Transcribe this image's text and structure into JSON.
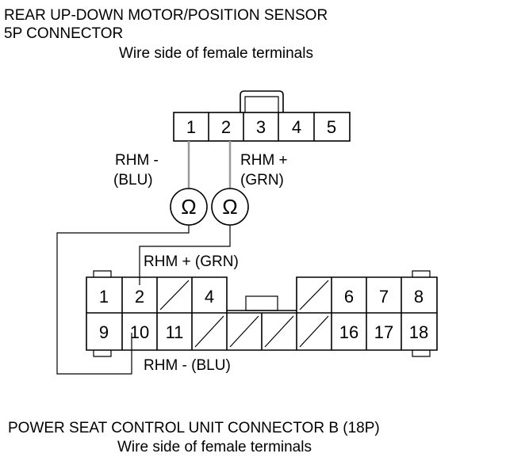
{
  "header": {
    "line1": "REAR UP-DOWN MOTOR/POSITION SENSOR",
    "line2": "5P CONNECTOR",
    "line3": "Wire side of female terminals"
  },
  "top_connector": {
    "pins": [
      "1",
      "2",
      "3",
      "4",
      "5"
    ]
  },
  "probes": {
    "left_label_1": "RHM -",
    "left_label_2": "(BLU)",
    "right_label_1": "RHM +",
    "right_label_2": "(GRN)",
    "meter_symbol": "Ω"
  },
  "bottom_connector": {
    "top_row": [
      "1",
      "2",
      "4",
      "6",
      "7",
      "8"
    ],
    "bottom_row": [
      "9",
      "10",
      "11",
      "16",
      "17",
      "18"
    ],
    "wire_label_top": "RHM +  (GRN)",
    "wire_label_bottom": "RHM -  (BLU)"
  },
  "footer": {
    "line1": "POWER SEAT CONTROL UNIT CONNECTOR B (18P)",
    "line2": "Wire side of female terminals"
  }
}
